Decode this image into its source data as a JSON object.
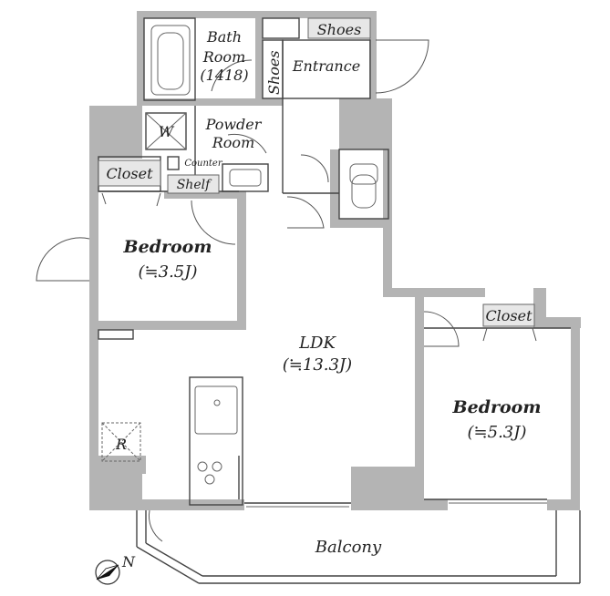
{
  "rooms": {
    "bath": {
      "line1": "Bath",
      "line2": "Room",
      "line3": "(1418)"
    },
    "entrance": "Entrance",
    "shoes_top": "Shoes",
    "shoes_side": "Shoes",
    "powder": {
      "line1": "Powder",
      "line2": "Room"
    },
    "washer": "W",
    "counter": "Counter",
    "closet_left": "Closet",
    "shelf": "Shelf",
    "bedroom_left": {
      "name": "Bedroom",
      "size": "(≒3.5J)"
    },
    "ldk": {
      "name": "LDK",
      "size": "(≒13.3J)"
    },
    "closet_right": "Closet",
    "bedroom_right": {
      "name": "Bedroom",
      "size": "(≒5.3J)"
    },
    "refrigerator": "R",
    "balcony": "Balcony"
  },
  "compass": {
    "label": "N"
  }
}
